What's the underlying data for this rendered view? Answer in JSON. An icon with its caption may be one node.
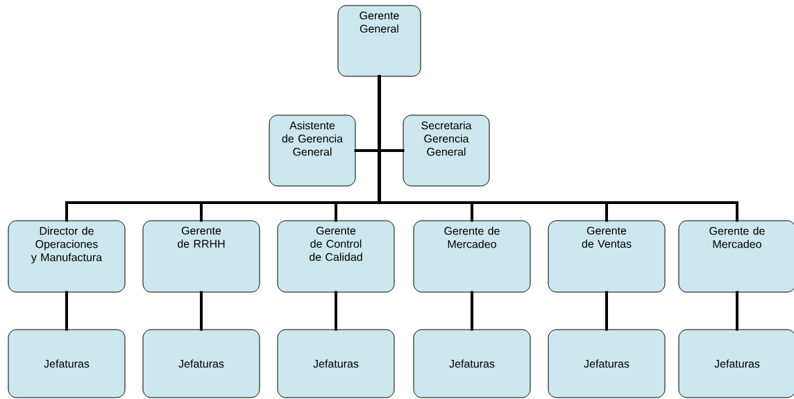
{
  "diagram": {
    "nodes": [
      {
        "text": [
          "Gerente General"
        ]
      },
      {
        "text": [
          "Asistente de Gerencia General"
        ]
      },
      {
        "text": [
          "Secretaria Gerencia General"
        ]
      },
      {
        "text": [
          "Director de Operaciones y Manufactura"
        ]
      },
      {
        "text": [
          "Gerente de RRHH"
        ]
      },
      {
        "text": [
          "Gerente de Control de Calidad"
        ]
      },
      {
        "text": [
          "Gerente de Mercadeo"
        ]
      },
      {
        "text": [
          "Gerente de Ventas"
        ]
      },
      {
        "text": [
          "Gerente de Mercadeo"
        ]
      },
      {
        "text": [
          "Jefaturas"
        ]
      },
      {
        "text": [
          "Jefaturas"
        ]
      },
      {
        "text": [
          "Jefaturas"
        ]
      },
      {
        "text": [
          "Jefaturas"
        ]
      },
      {
        "text": [
          "Jefaturas"
        ]
      },
      {
        "text": [
          "Jefaturas"
        ]
      }
    ],
    "edges": [
      {
        "from": 0,
        "to": 1,
        "arrow": "none"
      },
      {
        "from": 0,
        "to": 2,
        "arrow": "none"
      },
      {
        "from": 0,
        "to": 3,
        "arrow": "none"
      },
      {
        "from": 0,
        "to": 4,
        "arrow": "none"
      },
      {
        "from": 0,
        "to": 5,
        "arrow": "none"
      },
      {
        "from": 0,
        "to": 6,
        "arrow": "none"
      },
      {
        "from": 0,
        "to": 7,
        "arrow": "none"
      },
      {
        "from": 0,
        "to": 8,
        "arrow": "none"
      },
      {
        "from": 3,
        "to": 9,
        "arrow": "none"
      },
      {
        "from": 4,
        "to": 10,
        "arrow": "none"
      },
      {
        "from": 5,
        "to": 11,
        "arrow": "none"
      },
      {
        "from": 6,
        "to": 12,
        "arrow": "none"
      },
      {
        "from": 7,
        "to": 13,
        "arrow": "none"
      },
      {
        "from": 8,
        "to": 14,
        "arrow": "none"
      }
    ]
  }
}
